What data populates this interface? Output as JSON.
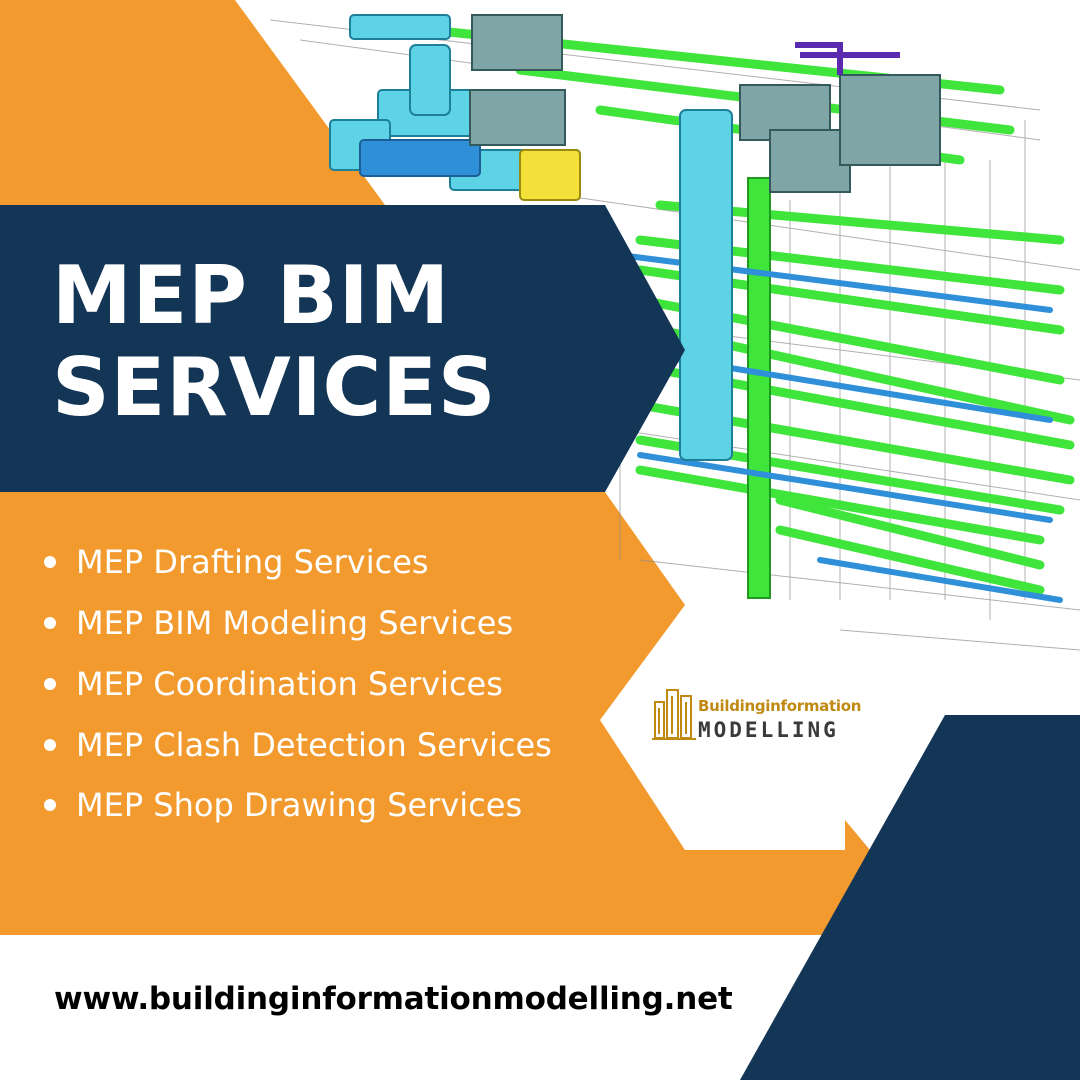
{
  "title": {
    "line1": "MEP BIM",
    "line2": "SERVICES"
  },
  "services": [
    "MEP Drafting Services",
    "MEP BIM Modeling Services",
    "MEP Coordination Services",
    "MEP Clash Detection Services",
    "MEP Shop Drawing Services"
  ],
  "logo": {
    "text_top": "Buildinginformation",
    "text_bottom": "MODELLING"
  },
  "url": "www.buildinginformationmodelling.net",
  "colors": {
    "orange": "#F29A2E",
    "navy": "#133556",
    "pipe_green": "#3FE53A",
    "duct_cyan": "#5FD3E6",
    "duct_blue": "#2F8FD8",
    "equipment_gray": "#7FA5A6",
    "logo_gold": "#C08A12"
  },
  "illustration": "mep-3d-model-image"
}
